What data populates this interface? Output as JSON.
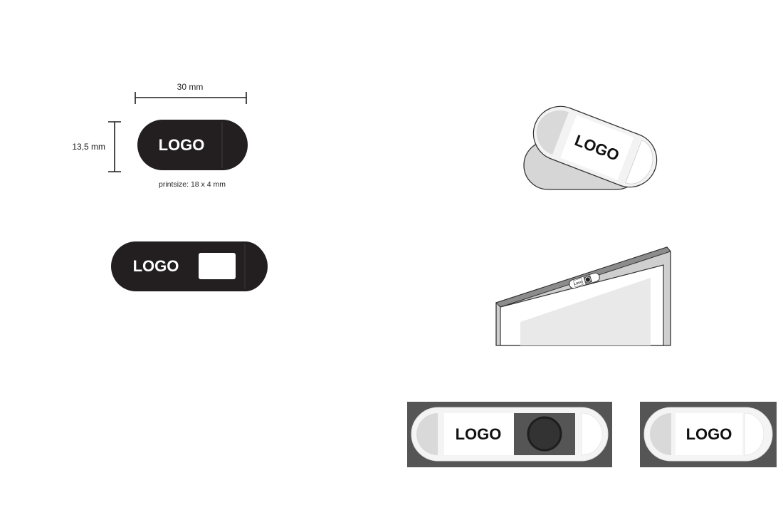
{
  "dimensions": {
    "width_label": "30 mm",
    "height_label": "13,5 mm",
    "print_size_label": "printsize: 18 x 4 mm"
  },
  "logo_text": "LOGO",
  "colors": {
    "cover_dark": "#231f20",
    "frame_dark": "#555555",
    "cover_light": "#f4f4f4",
    "cover_grey": "#d9d9d9"
  }
}
